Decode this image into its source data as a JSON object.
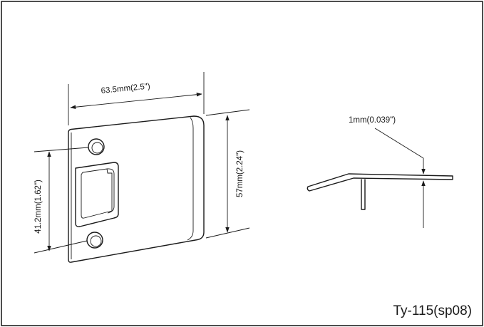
{
  "dimensions": {
    "width_label": "63.5mm(2.5\")",
    "height_label": "57mm(2.24\")",
    "hole_spacing_label": "41.2mm(1.62\")",
    "thickness_label": "1mm(0.039\")"
  },
  "model_label": "Ty-115(sp08)"
}
